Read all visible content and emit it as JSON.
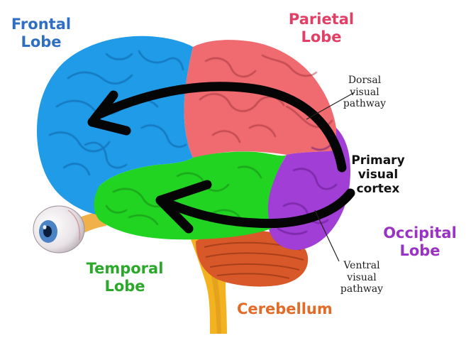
{
  "colors": {
    "frontal": "#2e6fc4",
    "parietal": "#e23f66",
    "occipital": "#9a32c4",
    "temporal": "#29a829",
    "cerebellum": "#e36b28",
    "frontal_fill": "#1f9be8",
    "parietal_fill": "#ef6b6f",
    "occipital_fill": "#a13ed6",
    "temporal_fill": "#22d422",
    "cerebellum_fill": "#d9582a",
    "stem_fill": "#f3b321",
    "arrow": "#050505"
  },
  "labels": {
    "frontal_line1": "Frontal",
    "frontal_line2": "Lobe",
    "parietal_line1": "Parietal",
    "parietal_line2": "Lobe",
    "occipital_line1": "Occipital",
    "occipital_line2": "Lobe",
    "temporal_line1": "Temporal",
    "temporal_line2": "Lobe",
    "cerebellum": "Cerebellum",
    "primary_line1": "Primary",
    "primary_line2": "visual",
    "primary_line3": "cortex",
    "dorsal_line1": "Dorsal",
    "dorsal_line2": "visual",
    "dorsal_line3": "pathway",
    "ventral_line1": "Ventral",
    "ventral_line2": "visual",
    "ventral_line3": "pathway"
  },
  "icons": {
    "eye": "eye-icon",
    "brain": "brain-illustration"
  }
}
